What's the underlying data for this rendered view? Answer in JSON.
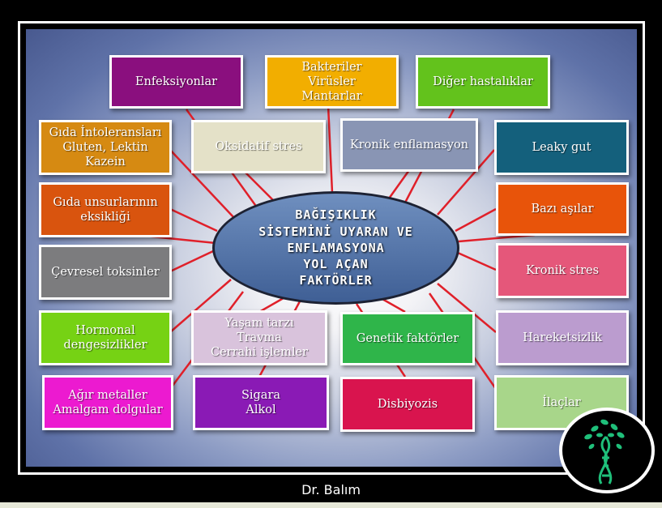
{
  "center": {
    "text": "BAĞIŞIKLIK\nSİSTEMİNİ UYARAN VE\nENFLAMASYONA\nYOL AÇAN\nFAKTÖRLER"
  },
  "footer": {
    "author": "Dr. Balım"
  },
  "colors": {
    "enfeksiyonlar": "#8a0f7e",
    "bakteriler": "#f2ae00",
    "diger": "#63c21c",
    "gida_intolerans": "#d68a12",
    "oksidatif": "#e4e1c8",
    "kronik_enf": "#8995b4",
    "leaky": "#14607c",
    "gida_unsur": "#d9540e",
    "bazi_asilar": "#e8540a",
    "cevresel": "#7c7c7e",
    "kronik_stres": "#e5577a",
    "hormonal": "#76d214",
    "yasam": "#d9c3dc",
    "genetik": "#2fb54a",
    "hareketsizlik": "#bb9ccf",
    "agir_metal": "#ec1ad0",
    "sigara": "#8a1ab5",
    "disbiyozis": "#d9144e",
    "ilaclar": "#a8d68a"
  },
  "boxes": {
    "enfeksiyonlar": "Enfeksiyonlar",
    "bakteriler": "Bakteriler\nVirüsler\nMantarlar",
    "diger": "Diğer hastalıklar",
    "gida_intolerans": "Gıda İntoleransları\nGluten, Lektin\nKazein",
    "oksidatif": "Oksidatif stres",
    "kronik_enf": "Kronik enflamasyon",
    "leaky": "Leaky gut",
    "gida_unsur": "Gıda unsurlarının\neksikliği",
    "bazi_asilar": "Bazı aşılar",
    "cevresel": "Çevresel toksinler",
    "kronik_stres": "Kronik stres",
    "hormonal": "Hormonal\ndengesizlikler",
    "yasam": "Yaşam tarzı\nTravma\nCerrahi işlemler",
    "genetik": "Genetik faktörler",
    "hareketsizlik": "Hareketsizlik",
    "agir_metal": "Ağır metaller\nAmalgam dolgular",
    "sigara": "Sigara\nAlkol",
    "disbiyozis": "Disbiyozis",
    "ilaclar": "İlaçlar"
  }
}
